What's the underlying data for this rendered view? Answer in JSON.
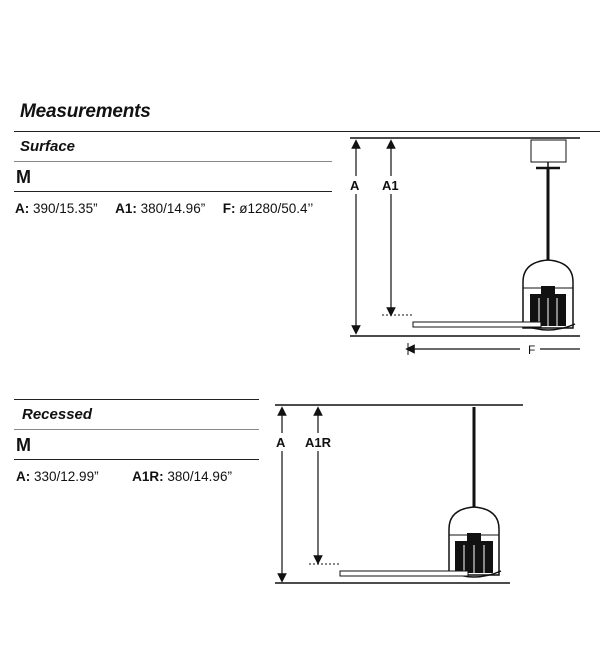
{
  "page_title": "Measurements",
  "surface": {
    "title": "Surface",
    "size": "M",
    "specs": [
      {
        "label": "A:",
        "value": "390/15.35”"
      },
      {
        "label": "A1:",
        "value": "380/14.96”"
      },
      {
        "label": "F:",
        "value": "ø1280/50.4’’"
      }
    ],
    "diagram": {
      "label_a": "A",
      "label_a1": "A1",
      "label_f": "F"
    }
  },
  "recessed": {
    "title": "Recessed",
    "size": "M",
    "specs": [
      {
        "label": "A:",
        "value": "330/12.99”"
      },
      {
        "label": "A1R:",
        "value": "380/14.96”"
      }
    ],
    "diagram": {
      "label_a": "A",
      "label_a1r": "A1R"
    }
  }
}
